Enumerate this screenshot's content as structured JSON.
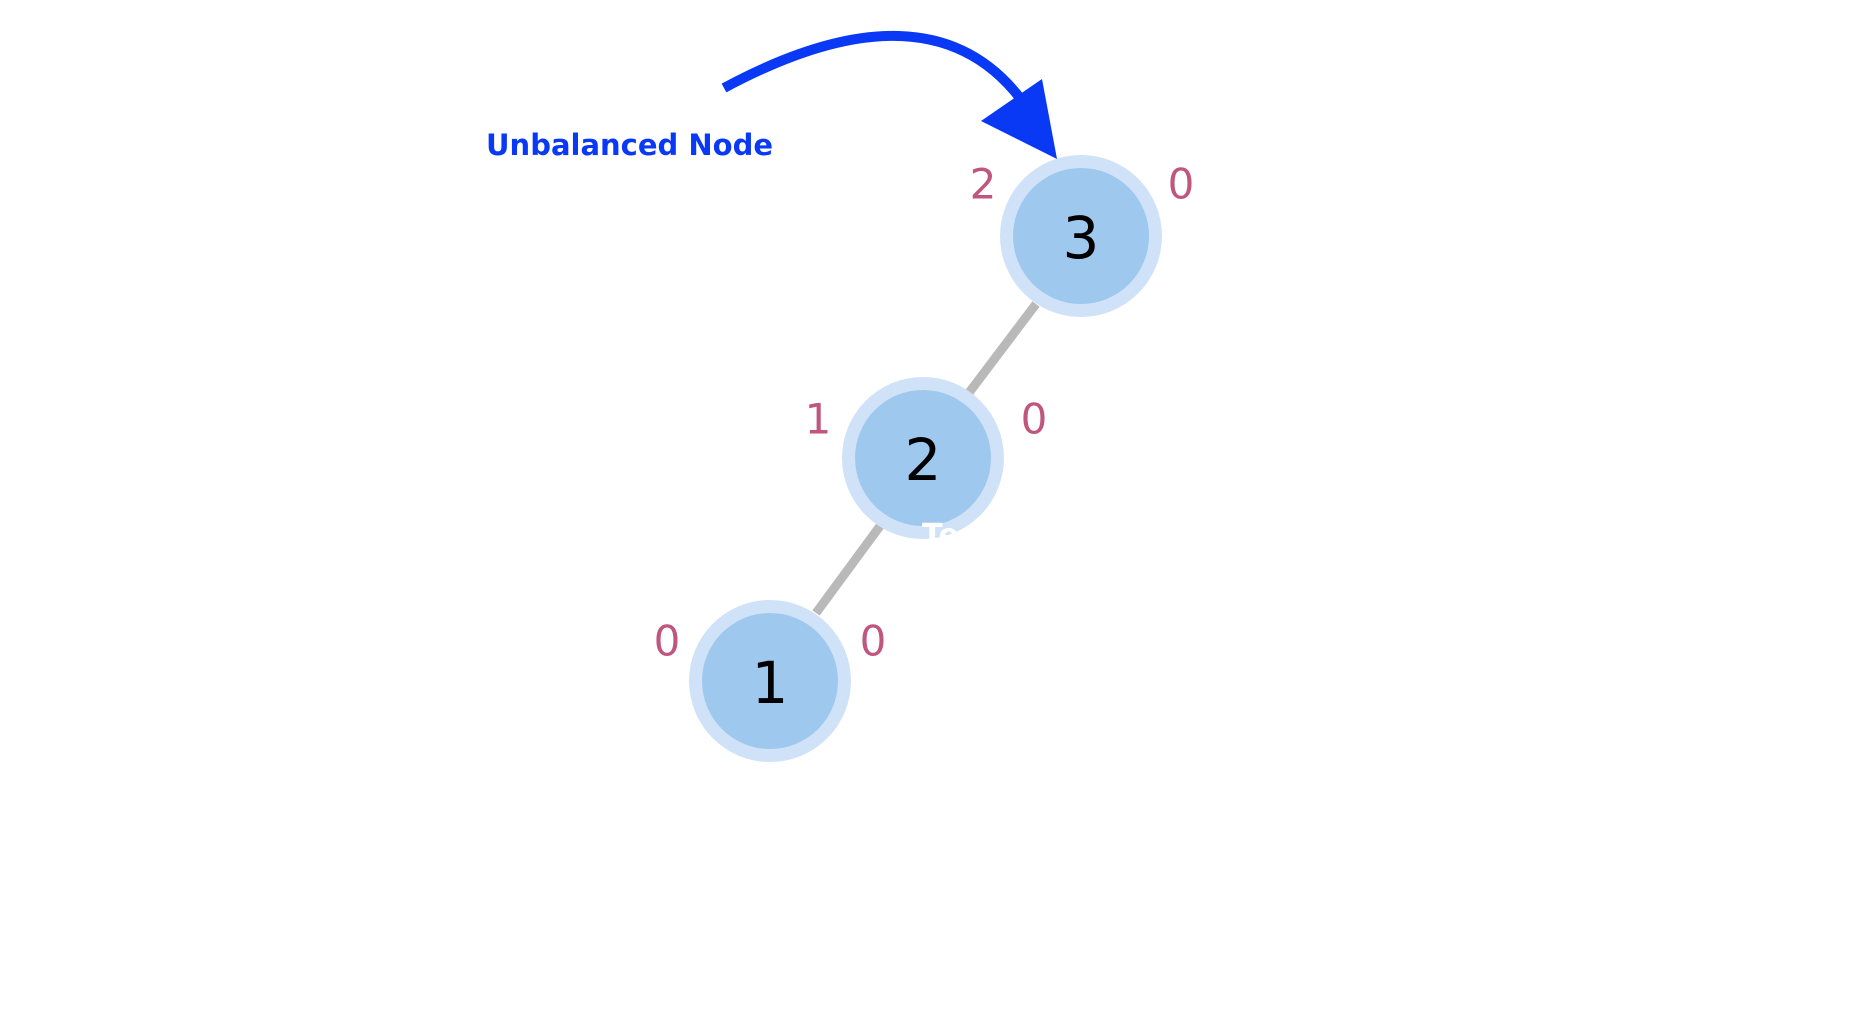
{
  "annotation": {
    "label": "Unbalanced Node",
    "color": "#0a39f5"
  },
  "colors": {
    "edge": "#b9b9b9",
    "node_ring": "#cfe2f7",
    "node_fill": "#9fc8ef",
    "height_text": "#c0567e",
    "node_text": "#000000"
  },
  "nodes": [
    {
      "id": "n3",
      "value": "3",
      "left_height": "2",
      "right_height": "0"
    },
    {
      "id": "n2",
      "value": "2",
      "left_height": "1",
      "right_height": "0"
    },
    {
      "id": "n1",
      "value": "1",
      "left_height": "0",
      "right_height": "0"
    }
  ],
  "edges": [
    {
      "from": "n3",
      "to": "n2"
    },
    {
      "from": "n2",
      "to": "n1"
    }
  ]
}
